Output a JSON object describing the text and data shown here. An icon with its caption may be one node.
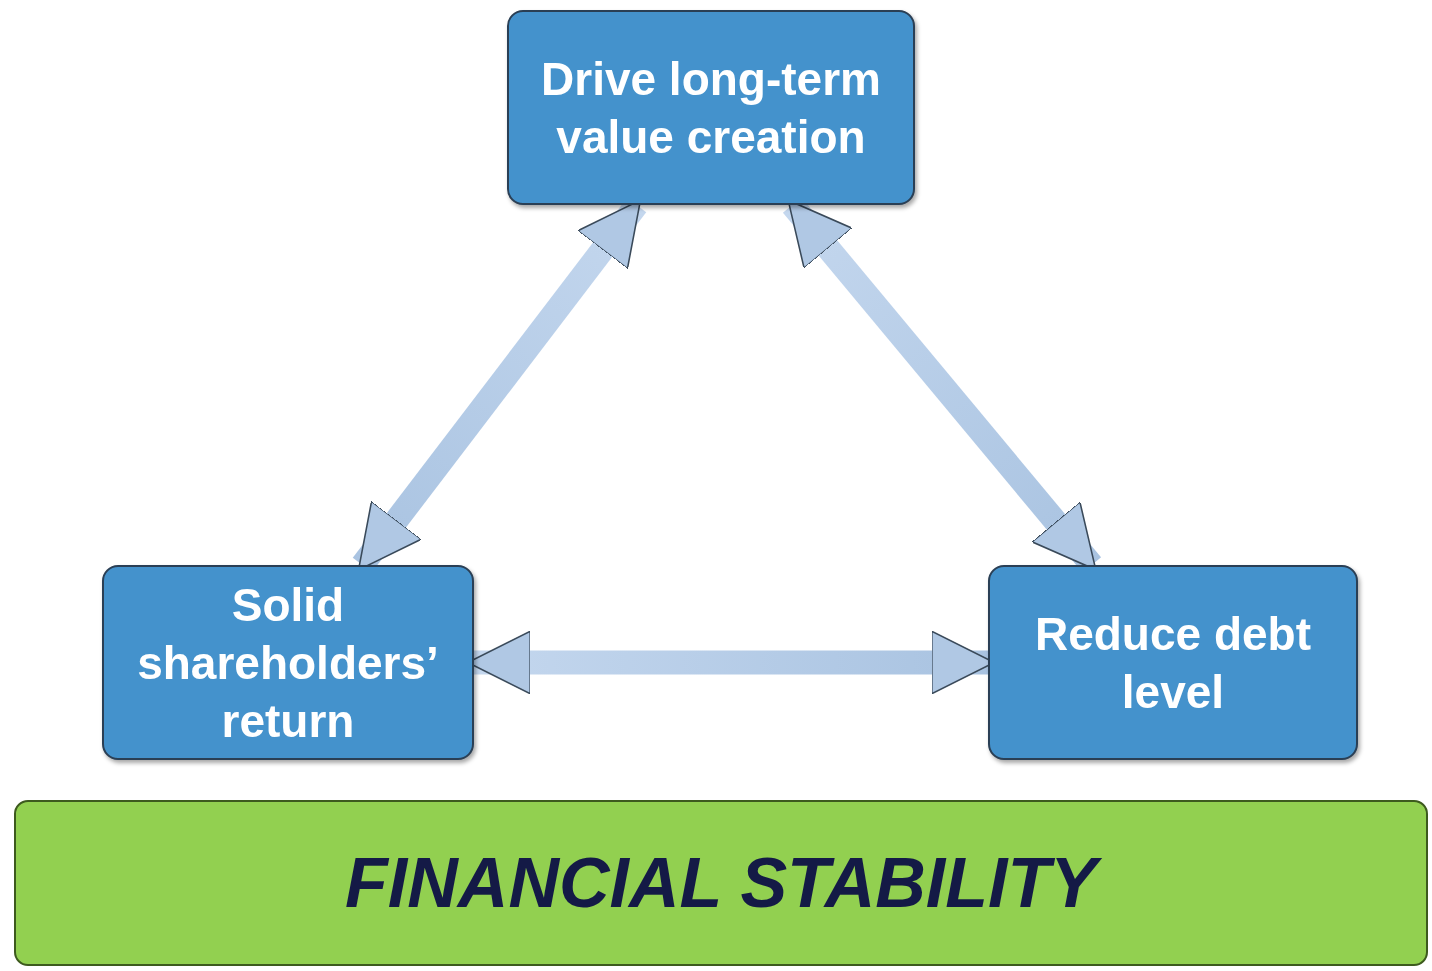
{
  "diagram": {
    "nodes": [
      {
        "text": [
          "Drive long-term value creation"
        ]
      },
      {
        "text": [
          "Solid shareholders’ return"
        ]
      },
      {
        "text": [
          "Reduce debt level"
        ]
      },
      {
        "text": [
          "FINANCIAL STABILITY"
        ]
      }
    ],
    "edges": [
      {
        "from": 0,
        "to": 1,
        "arrow": "both"
      },
      {
        "from": 0,
        "to": 2,
        "arrow": "both"
      },
      {
        "from": 1,
        "to": 2,
        "arrow": "both"
      }
    ]
  }
}
